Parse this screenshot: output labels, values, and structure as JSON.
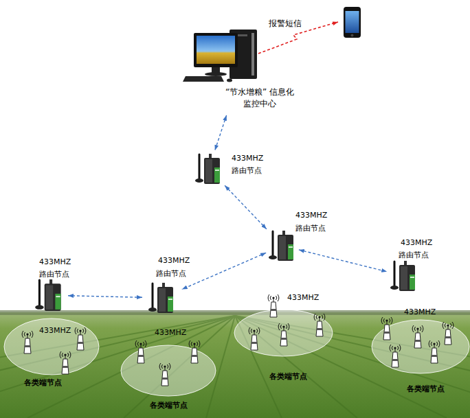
{
  "diagram": {
    "nodes": [
      {
        "text": [
          "“节水增粮” 信息化 监控中心"
        ]
      },
      {
        "text": [
          "433MHZ",
          "路由节点"
        ]
      },
      {
        "text": [
          "433MHZ",
          "路由节点"
        ]
      },
      {
        "text": [
          "433MHZ",
          "路由节点"
        ]
      },
      {
        "text": [
          "433MHZ",
          "路由节点"
        ]
      },
      {
        "text": [
          "433MHZ",
          "路由节点"
        ]
      },
      {
        "text": [
          "433MHZ",
          "各类端节点"
        ]
      },
      {
        "text": [
          "433MHZ",
          "各类端节点"
        ]
      },
      {
        "text": [
          "433MHZ",
          "各类端节点"
        ]
      },
      {
        "text": [
          "433MHZ",
          "各类端节点"
        ]
      }
    ],
    "edges": [
      {
        "from": 0,
        "to": 1,
        "arrow": "both"
      },
      {
        "from": 1,
        "to": 2,
        "arrow": "both"
      },
      {
        "from": 2,
        "to": 3,
        "arrow": "both"
      },
      {
        "from": 2,
        "to": 5,
        "arrow": "both"
      },
      {
        "from": 5,
        "to": 4,
        "arrow": "both"
      }
    ],
    "labels": [
      "报警短信"
    ]
  }
}
